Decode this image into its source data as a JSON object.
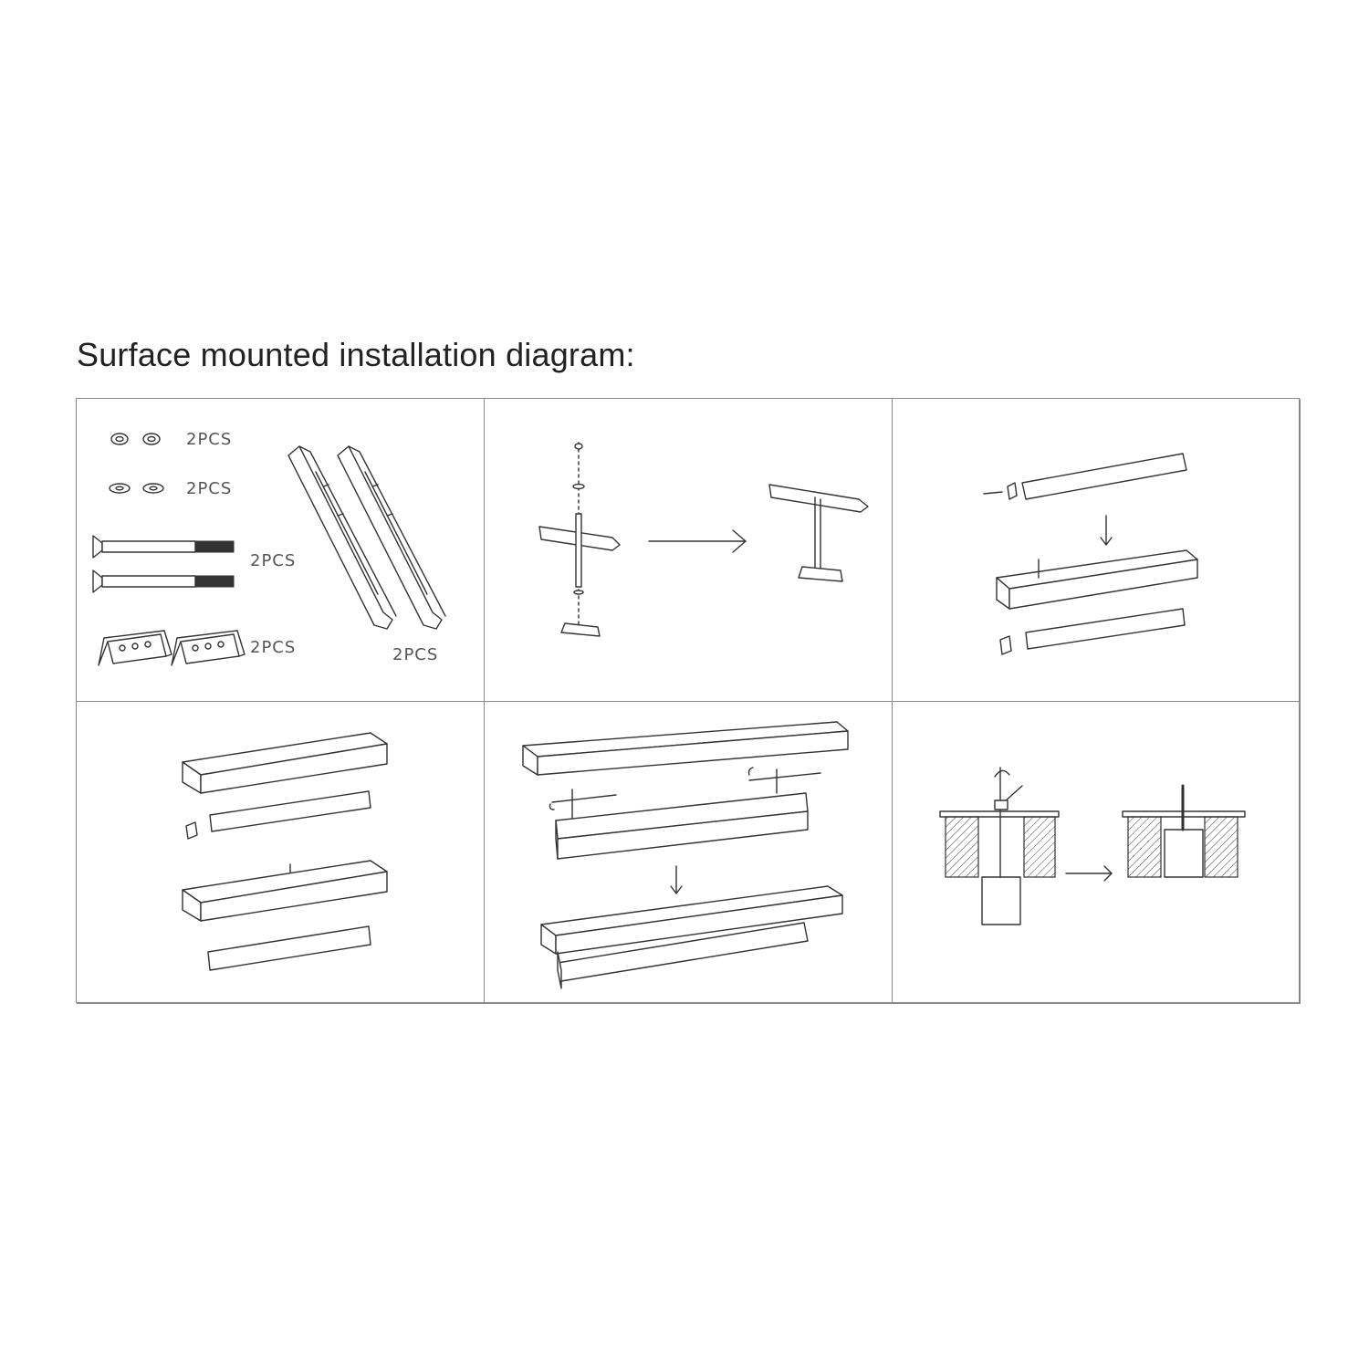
{
  "title": "Surface mounted installation diagram:",
  "panels": {
    "p1": {
      "nuts_qty": "2PCS",
      "washers_qty": "2PCS",
      "bolts_qty": "2PCS",
      "brackets_qty": "2PCS",
      "rails_qty": "2PCS"
    }
  }
}
